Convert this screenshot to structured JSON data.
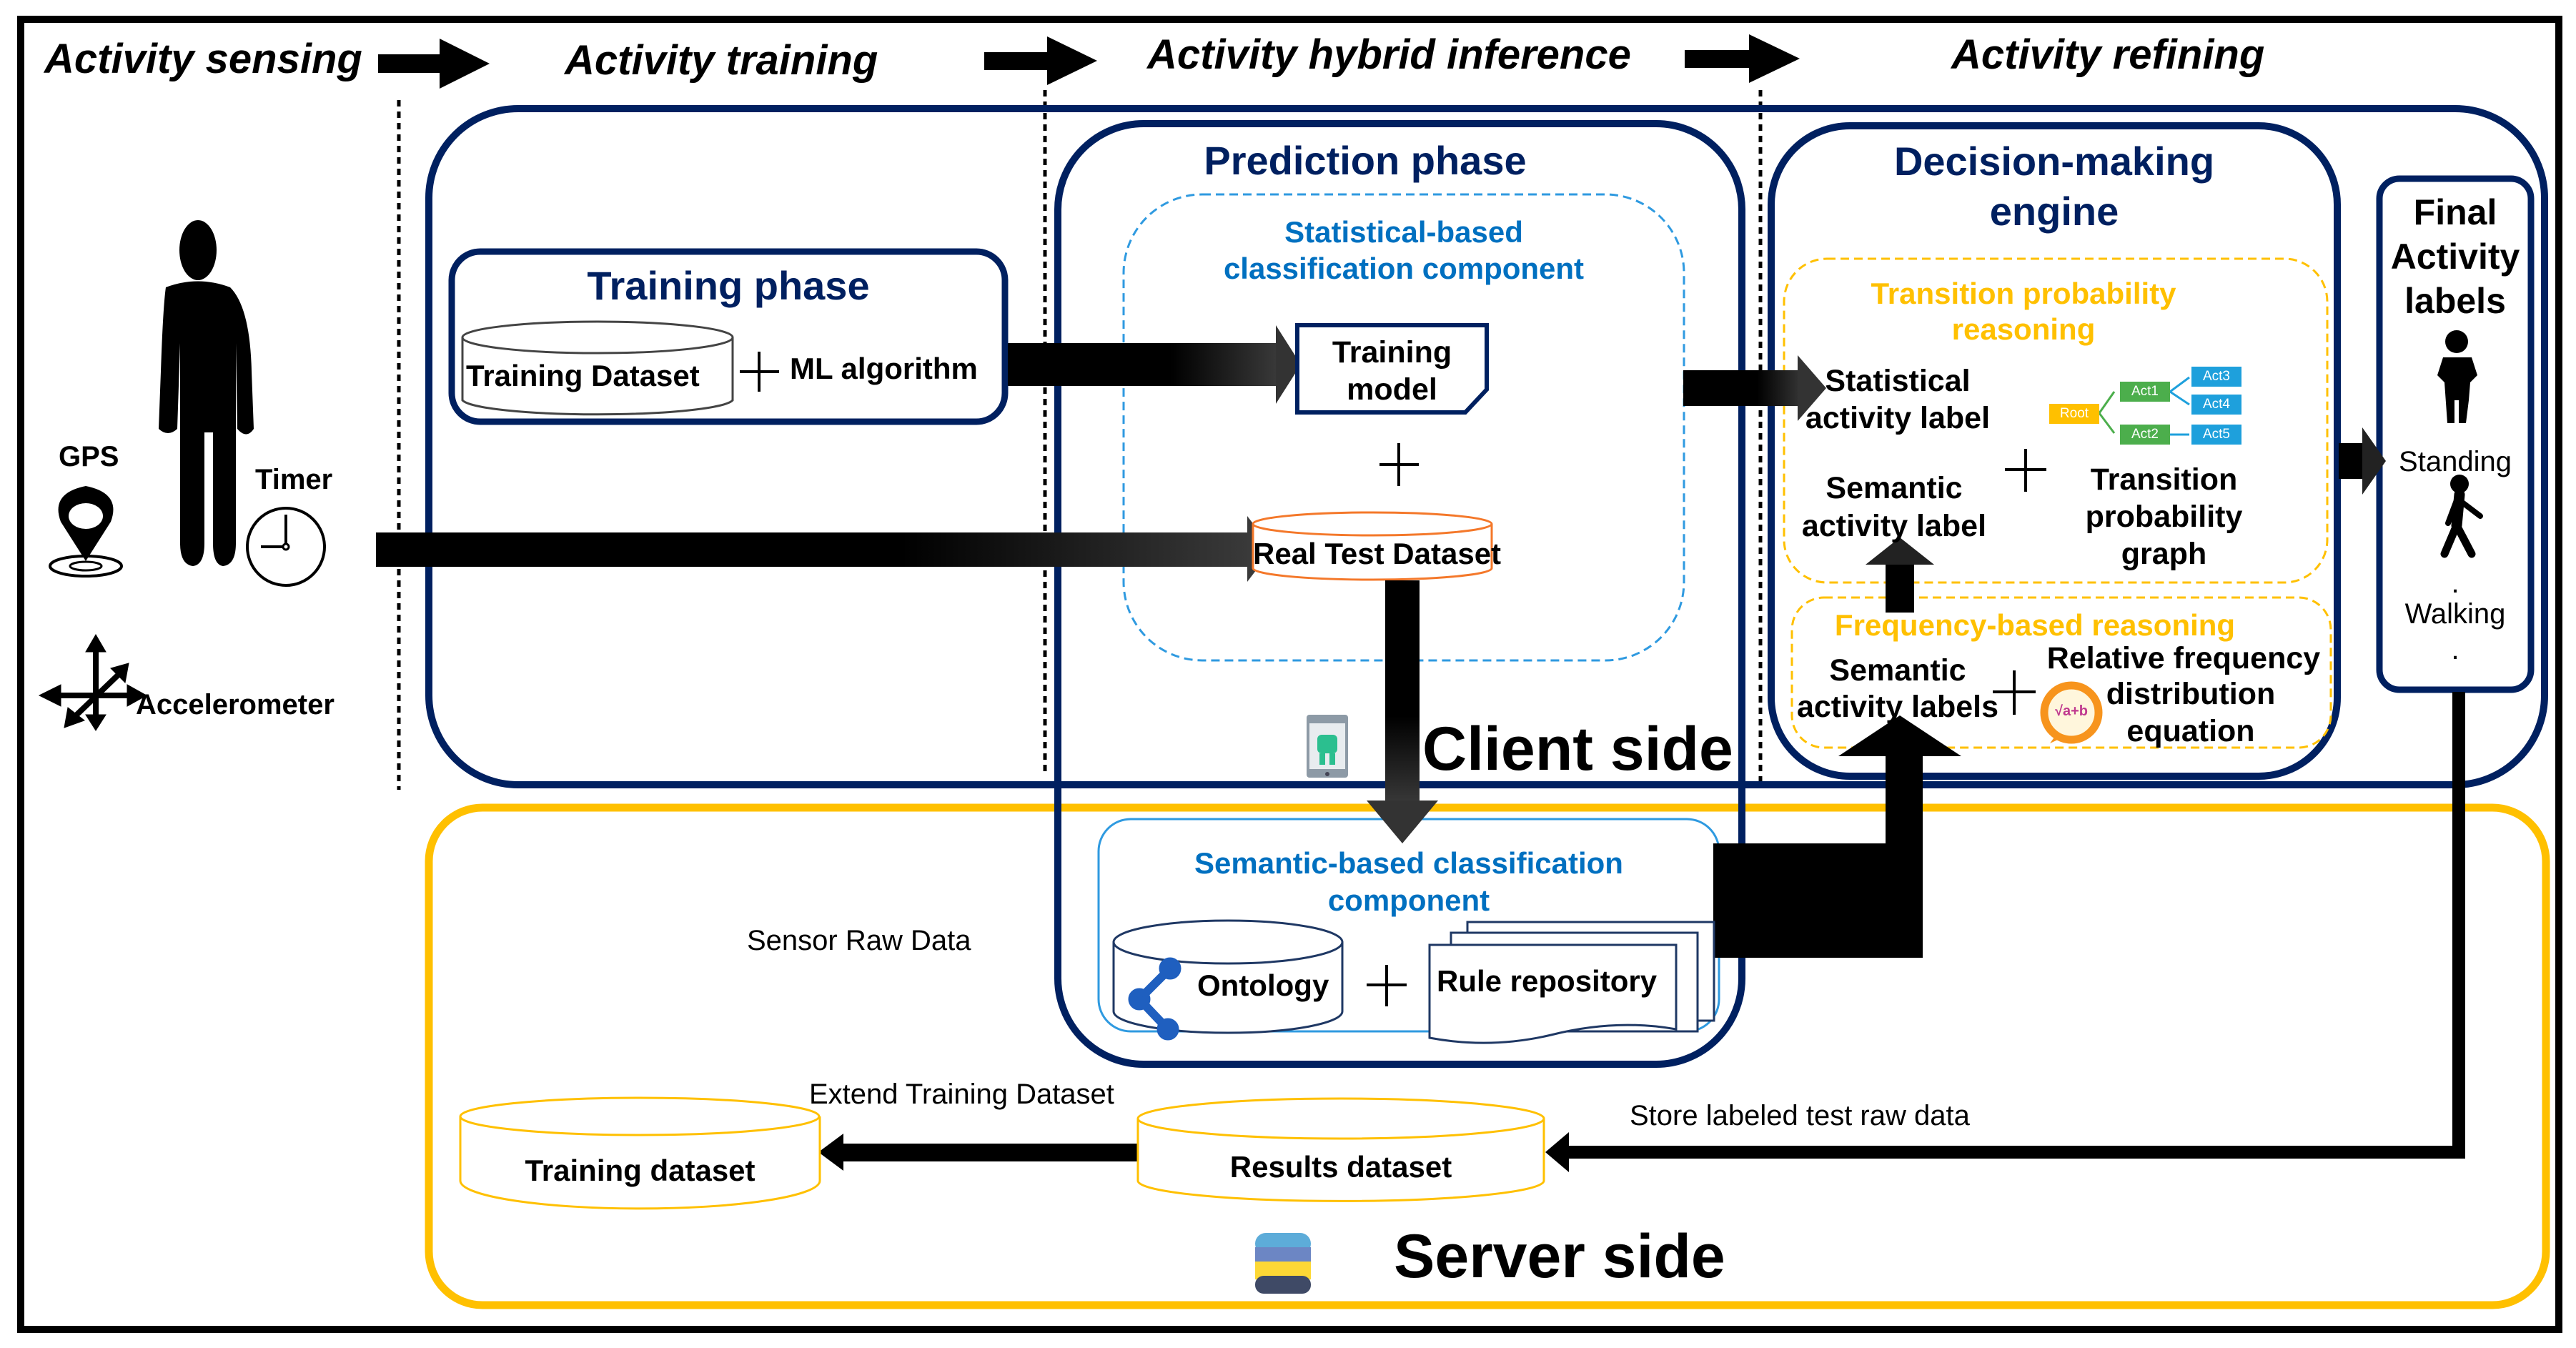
{
  "phases": [
    {
      "label": "Activity sensing"
    },
    {
      "label": "Activity training"
    },
    {
      "label": "Activity hybrid inference"
    },
    {
      "label": "Activity refining"
    }
  ],
  "sensing": {
    "sensors": [
      {
        "label": "GPS",
        "icon": "map-pin-icon"
      },
      {
        "label": "Timer",
        "icon": "clock-icon"
      },
      {
        "label": "Accelerometer",
        "icon": "axes-arrows-icon"
      }
    ],
    "person_icon": "person-icon"
  },
  "client": {
    "label": "Client side",
    "icon": "android-phone-icon",
    "training_phase": {
      "title": "Training phase",
      "dataset": "Training Dataset",
      "plus": "+",
      "algorithm": "ML algorithm"
    },
    "prediction_phase": {
      "title": "Prediction phase",
      "statistical": {
        "title_line1": "Statistical-based",
        "title_line2": "classification component",
        "model_line1": "Training",
        "model_line2": "model",
        "plus": "+",
        "test_dataset": "Real  Test Dataset"
      }
    },
    "decision_engine": {
      "title_line1": "Decision-making",
      "title_line2": "engine",
      "transition": {
        "title_line1": "Transition probability",
        "title_line2": "reasoning",
        "statistical_line1": "Statistical",
        "statistical_line2": "activity label",
        "semantic_line1": "Semantic",
        "semantic_line2": "activity label",
        "plus": "+",
        "graph_line1": "Transition",
        "graph_line2": "probability",
        "graph_line3": "graph",
        "tree": {
          "root": "Root",
          "level1": [
            "Act1",
            "Act2"
          ],
          "level2": [
            "Act3",
            "Act4",
            "Act5"
          ]
        }
      },
      "frequency": {
        "title": "Frequency-based reasoning",
        "labels_line1": "Semantic",
        "labels_line2": "activity labels",
        "plus": "+",
        "equation_line1": "Relative frequency",
        "equation_line2": "distribution",
        "equation_line3": "equation",
        "equation_icon_text": "√a+b"
      }
    },
    "final_labels": {
      "title_line1": "Final",
      "title_line2": "Activity",
      "title_line3": "labels",
      "items": [
        "Standing",
        "Walking"
      ],
      "ellipsis": "."
    }
  },
  "server": {
    "label": "Server side",
    "icon": "database-stack-icon",
    "sensor_raw_data": "Sensor Raw Data",
    "semantic": {
      "title_line1": "Semantic-based classification",
      "title_line2": "component",
      "ontology": "Ontology",
      "plus": "+",
      "rules": "Rule repository"
    },
    "training_dataset": "Training dataset",
    "results_dataset": "Results dataset",
    "extend_label": "Extend Training Dataset",
    "store_label": "Store labeled  test  raw data"
  },
  "colors": {
    "navy": "#002060",
    "blue": "#0070c0",
    "dashed_blue": "#2f9ae0",
    "gold": "#ffc000",
    "orange": "#f4782a",
    "green": "#4cae4c",
    "act_blue": "#1ea0dc"
  }
}
